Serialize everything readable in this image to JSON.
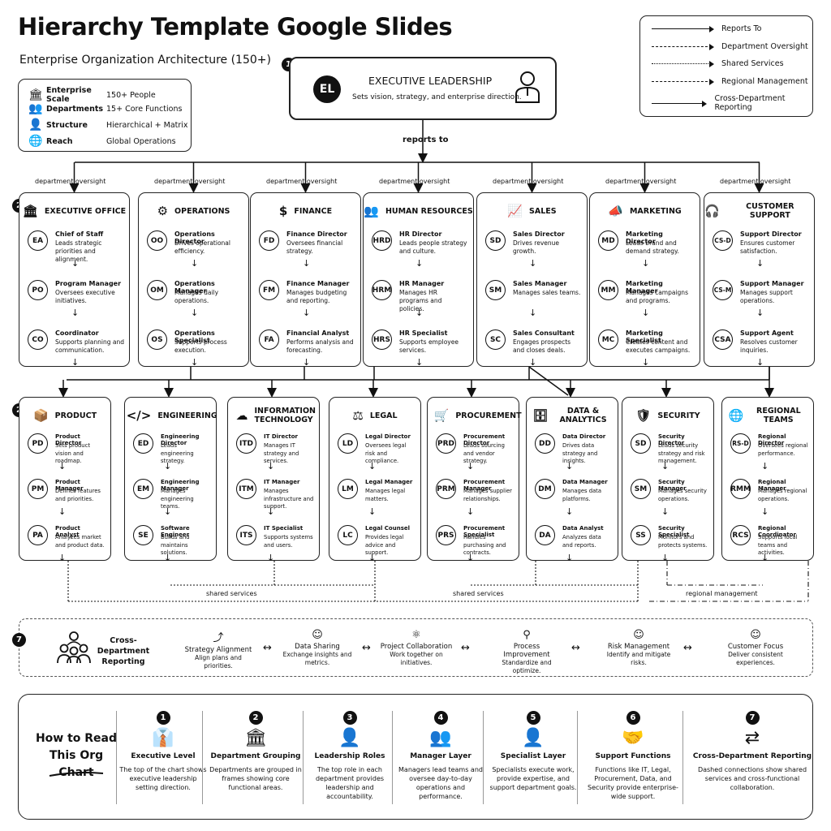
{
  "title": "Hierarchy Template Google Slides",
  "subtitle": "Enterprise Organization Architecture (150+)",
  "stats": [
    {
      "icon": "bank-icon",
      "glyph": "🏛",
      "label": "Enterprise Scale",
      "value": "150+ People"
    },
    {
      "icon": "people-icon",
      "glyph": "👥",
      "label": "Departments",
      "value": "15+ Core Functions"
    },
    {
      "icon": "person-icon",
      "glyph": "👤",
      "label": "Structure",
      "value": "Hierarchical + Matrix"
    },
    {
      "icon": "globe-icon",
      "glyph": "🌐",
      "label": "Reach",
      "value": "Global Operations"
    }
  ],
  "legend": [
    {
      "label": "Reports To",
      "style": "solid"
    },
    {
      "label": "Department Oversight",
      "style": "dashed"
    },
    {
      "label": "Shared Services",
      "style": "dotted"
    },
    {
      "label": "Regional Management",
      "style": "dashdot"
    },
    {
      "label": "Cross-Department Reporting",
      "style": "double"
    }
  ],
  "executive": {
    "number": "1",
    "initials": "EL",
    "title": "EXECUTIVE LEADERSHIP",
    "desc": "Sets vision, strategy, and enterprise direction."
  },
  "connectors": {
    "reports_to": "reports to",
    "department_oversight": "department oversight",
    "shared_services": "shared services",
    "regional_management": "regional management"
  },
  "row1_number": "2",
  "row2_number": "2",
  "row1": [
    {
      "name": "EXECUTIVE OFFICE",
      "glyph": "🏛",
      "icon": "bank-icon",
      "roles": [
        {
          "code": "EA",
          "title": "Chief of Staff",
          "desc": "Leads strategic priorities and alignment."
        },
        {
          "code": "PO",
          "title": "Program Manager",
          "desc": "Oversees executive initiatives."
        },
        {
          "code": "CO",
          "title": "Coordinator",
          "desc": "Supports planning and communication."
        }
      ]
    },
    {
      "name": "OPERATIONS",
      "glyph": "⚙",
      "icon": "gears-icon",
      "roles": [
        {
          "code": "OO",
          "title": "Operations Director",
          "desc": "Drives operational efficiency."
        },
        {
          "code": "OM",
          "title": "Operations Manager",
          "desc": "Manages daily operations."
        },
        {
          "code": "OS",
          "title": "Operations Specialist",
          "desc": "Supports process execution."
        }
      ]
    },
    {
      "name": "FINANCE",
      "glyph": "$",
      "icon": "dollar-icon",
      "roles": [
        {
          "code": "FD",
          "title": "Finance Director",
          "desc": "Oversees financial strategy."
        },
        {
          "code": "FM",
          "title": "Finance Manager",
          "desc": "Manages budgeting and reporting."
        },
        {
          "code": "FA",
          "title": "Financial Analyst",
          "desc": "Performs analysis and forecasting."
        }
      ]
    },
    {
      "name": "HUMAN RESOURCES",
      "glyph": "👥",
      "icon": "people-icon",
      "roles": [
        {
          "code": "HRD",
          "title": "HR Director",
          "desc": "Leads people strategy and culture."
        },
        {
          "code": "HRM",
          "title": "HR Manager",
          "desc": "Manages HR programs and policies."
        },
        {
          "code": "HRS",
          "title": "HR Specialist",
          "desc": "Supports employee services."
        }
      ]
    },
    {
      "name": "SALES",
      "glyph": "📈",
      "icon": "chart-up-icon",
      "roles": [
        {
          "code": "SD",
          "title": "Sales Director",
          "desc": "Drives revenue growth."
        },
        {
          "code": "SM",
          "title": "Sales Manager",
          "desc": "Manages sales teams."
        },
        {
          "code": "SC",
          "title": "Sales Consultant",
          "desc": "Engages prospects and closes deals."
        }
      ]
    },
    {
      "name": "MARKETING",
      "glyph": "📣",
      "icon": "megaphone-icon",
      "roles": [
        {
          "code": "MD",
          "title": "Marketing Director",
          "desc": "Leads brand and demand strategy."
        },
        {
          "code": "MM",
          "title": "Marketing Manager",
          "desc": "Manages campaigns and programs."
        },
        {
          "code": "MC",
          "title": "Marketing Specialist",
          "desc": "Creates content and executes campaigns."
        }
      ]
    },
    {
      "name": "CUSTOMER SUPPORT",
      "glyph": "🎧",
      "icon": "headset-icon",
      "roles": [
        {
          "code": "CS-D",
          "title": "Support Director",
          "desc": "Ensures customer satisfaction."
        },
        {
          "code": "CS-M",
          "title": "Support Manager",
          "desc": "Manages support operations."
        },
        {
          "code": "CSA",
          "title": "Support Agent",
          "desc": "Resolves customer inquiries."
        }
      ]
    }
  ],
  "row2": [
    {
      "name": "PRODUCT",
      "glyph": "📦",
      "icon": "box-icon",
      "roles": [
        {
          "code": "PD",
          "title": "Product Director",
          "desc": "Sets product vision and roadmap."
        },
        {
          "code": "PM",
          "title": "Product Manager",
          "desc": "Defines features and priorities."
        },
        {
          "code": "PA",
          "title": "Product Analyst",
          "desc": "Analyzes market and product data."
        }
      ]
    },
    {
      "name": "ENGINEERING",
      "glyph": "</>",
      "icon": "code-icon",
      "roles": [
        {
          "code": "ED",
          "title": "Engineering Director",
          "desc": "Leads engineering strategy."
        },
        {
          "code": "EM",
          "title": "Engineering Manager",
          "desc": "Manages engineering teams."
        },
        {
          "code": "SE",
          "title": "Software Engineer",
          "desc": "Builds and maintains solutions."
        }
      ]
    },
    {
      "name": "INFORMATION TECHNOLOGY",
      "glyph": "☁",
      "icon": "cloud-icon",
      "roles": [
        {
          "code": "ITD",
          "title": "IT Director",
          "desc": "Manages IT strategy and services."
        },
        {
          "code": "ITM",
          "title": "IT Manager",
          "desc": "Manages infrastructure and support."
        },
        {
          "code": "ITS",
          "title": "IT Specialist",
          "desc": "Supports systems and users."
        }
      ]
    },
    {
      "name": "LEGAL",
      "glyph": "⚖",
      "icon": "scales-icon",
      "roles": [
        {
          "code": "LD",
          "title": "Legal Director",
          "desc": "Oversees legal risk and compliance."
        },
        {
          "code": "LM",
          "title": "Legal Manager",
          "desc": "Manages legal matters."
        },
        {
          "code": "LC",
          "title": "Legal Counsel",
          "desc": "Provides legal advice and support."
        }
      ]
    },
    {
      "name": "PROCUREMENT",
      "glyph": "🛒",
      "icon": "cart-icon",
      "roles": [
        {
          "code": "PRD",
          "title": "Procurement Director",
          "desc": "Leads sourcing and vendor strategy."
        },
        {
          "code": "PRM",
          "title": "Procurement Manager",
          "desc": "Manages supplier relationships."
        },
        {
          "code": "PRS",
          "title": "Procurement Specialist",
          "desc": "Handles purchasing and contracts."
        }
      ]
    },
    {
      "name": "DATA & ANALYTICS",
      "glyph": "🗄",
      "icon": "database-icon",
      "roles": [
        {
          "code": "DD",
          "title": "Data Director",
          "desc": "Drives data strategy and insights."
        },
        {
          "code": "DM",
          "title": "Data Manager",
          "desc": "Manages data platforms."
        },
        {
          "code": "DA",
          "title": "Data Analyst",
          "desc": "Analyzes data and reports."
        }
      ]
    },
    {
      "name": "SECURITY",
      "glyph": "🛡",
      "icon": "shield-icon",
      "roles": [
        {
          "code": "SD",
          "title": "Security Director",
          "desc": "Leads security strategy and risk management."
        },
        {
          "code": "SM",
          "title": "Security Manager",
          "desc": "Manages security operations."
        },
        {
          "code": "SS",
          "title": "Security Specialist",
          "desc": "Monitors and protects systems."
        }
      ]
    },
    {
      "name": "REGIONAL TEAMS",
      "glyph": "🌐",
      "icon": "globe-icon",
      "roles": [
        {
          "code": "RS-D",
          "title": "Regional Director",
          "desc": "Oversees regional performance."
        },
        {
          "code": "RMM",
          "title": "Regional Manager",
          "desc": "Manages regional operations."
        },
        {
          "code": "RCS",
          "title": "Regional Coordinator",
          "desc": "Supports local teams and activities."
        }
      ]
    }
  ],
  "cross_dept": {
    "number": "7",
    "title": "Cross-Department Reporting",
    "items": [
      {
        "glyph": "⤴",
        "icon": "flow-icon",
        "title": "Strategy Alignment",
        "desc": "Align plans and priorities."
      },
      {
        "glyph": "☺",
        "icon": "people-icon",
        "title": "Data Sharing",
        "desc": "Exchange insights and metrics."
      },
      {
        "glyph": "⚛",
        "icon": "network-icon",
        "title": "Project Collaboration",
        "desc": "Work together on initiatives."
      },
      {
        "glyph": "⚲",
        "icon": "process-icon",
        "title": "Process Improvement",
        "desc": "Standardize and optimize."
      },
      {
        "glyph": "☺",
        "icon": "risk-icon",
        "title": "Risk Management",
        "desc": "Identify and mitigate risks."
      },
      {
        "glyph": "☺",
        "icon": "customer-icon",
        "title": "Customer Focus",
        "desc": "Deliver consistent experiences."
      }
    ]
  },
  "how_to": {
    "title": "How to Read This Org Chart",
    "items": [
      {
        "n": "1",
        "glyph": "👔",
        "icon": "executive-icon",
        "title": "Executive Level",
        "desc": "The top of the chart shows executive leadership setting direction."
      },
      {
        "n": "2",
        "glyph": "🏛",
        "icon": "bank-icon",
        "title": "Department Grouping",
        "desc": "Departments are grouped in frames showing core functional areas."
      },
      {
        "n": "3",
        "glyph": "👤",
        "icon": "person-icon",
        "title": "Leadership Roles",
        "desc": "The top role in each department provides leadership and accountability."
      },
      {
        "n": "4",
        "glyph": "👥",
        "icon": "team-icon",
        "title": "Manager Layer",
        "desc": "Managers lead teams and oversee day-to-day operations and performance."
      },
      {
        "n": "5",
        "glyph": "👤",
        "icon": "specialist-icon",
        "title": "Specialist Layer",
        "desc": "Specialists execute work, provide expertise, and support department goals."
      },
      {
        "n": "6",
        "glyph": "🤝",
        "icon": "handshake-icon",
        "title": "Support Functions",
        "desc": "Functions like IT, Legal, Procurement, Data, and Security provide enterprise-wide support."
      },
      {
        "n": "7",
        "glyph": "⇄",
        "icon": "exchange-arrows-icon",
        "title": "Cross-Department Reporting",
        "desc": "Dashed connections show shared services and cross-functional collaboration."
      }
    ]
  }
}
